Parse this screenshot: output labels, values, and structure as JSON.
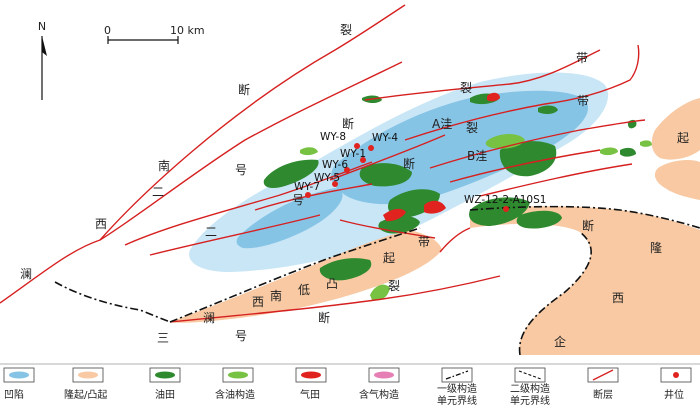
{
  "scale_bar": {
    "start": "0",
    "end": "10 km"
  },
  "north": "N",
  "colors": {
    "depression_outer": "#c9e6f6",
    "depression_inner": "#86c4e6",
    "uplift": "#f8c9a2",
    "oil_field": "#2f8a2f",
    "oil_structure": "#77c242",
    "gas_field": "#e0231f",
    "gas_structure": "#e57fb4",
    "fault": "#d62020"
  },
  "zone_labels": {
    "a_sag": "A洼",
    "b_sag": "B洼",
    "uplift_east": "起"
  },
  "fault_zone_labels": {
    "south_2": [
      "南",
      "二",
      "号"
    ],
    "west_2": [
      "西",
      "二",
      "号"
    ],
    "lan_west_2_1": "澜",
    "lan_west_2_2": "三",
    "lie_1": "裂",
    "lie_2": "裂",
    "lie_3": "裂",
    "dai_1": "带",
    "dai_2": "带",
    "dai_3": "带",
    "duan_1": "断",
    "duan_2": "断",
    "duan_3": "断",
    "duan_4": "断",
    "duan_5": "断",
    "uplift_chars": [
      "西",
      "南",
      "低",
      "凸",
      "起"
    ],
    "lan_xi": "澜",
    "hao_1": "号",
    "hao_2": "号",
    "er_1": "二",
    "uplift_right": [
      "隆",
      "西",
      "企"
    ]
  },
  "wells": [
    {
      "name": "WY-8"
    },
    {
      "name": "WY-4"
    },
    {
      "name": "WY-1"
    },
    {
      "name": "WY-6"
    },
    {
      "name": "WY-5"
    },
    {
      "name": "WY-7"
    },
    {
      "name": "WZ-12-2-A10S1"
    }
  ],
  "legend": [
    {
      "label": "凹陷",
      "icon": "depression-swatch"
    },
    {
      "label": "隆起/凸起",
      "icon": "uplift-swatch"
    },
    {
      "label": "油田",
      "icon": "oil-field-swatch"
    },
    {
      "label": "含油构造",
      "icon": "oil-structure-swatch"
    },
    {
      "label": "气田",
      "icon": "gas-field-swatch"
    },
    {
      "label": "含气构造",
      "icon": "gas-structure-swatch"
    },
    {
      "label": "一级构造单元界线",
      "label_lines": [
        "一级构造",
        "单元界线"
      ],
      "icon": "primary-boundary-swatch"
    },
    {
      "label": "二级构造单元界线",
      "label_lines": [
        "二级构造",
        "单元界线"
      ],
      "icon": "secondary-boundary-swatch"
    },
    {
      "label": "断层",
      "icon": "fault-swatch"
    },
    {
      "label": "井位",
      "icon": "well-swatch"
    }
  ]
}
